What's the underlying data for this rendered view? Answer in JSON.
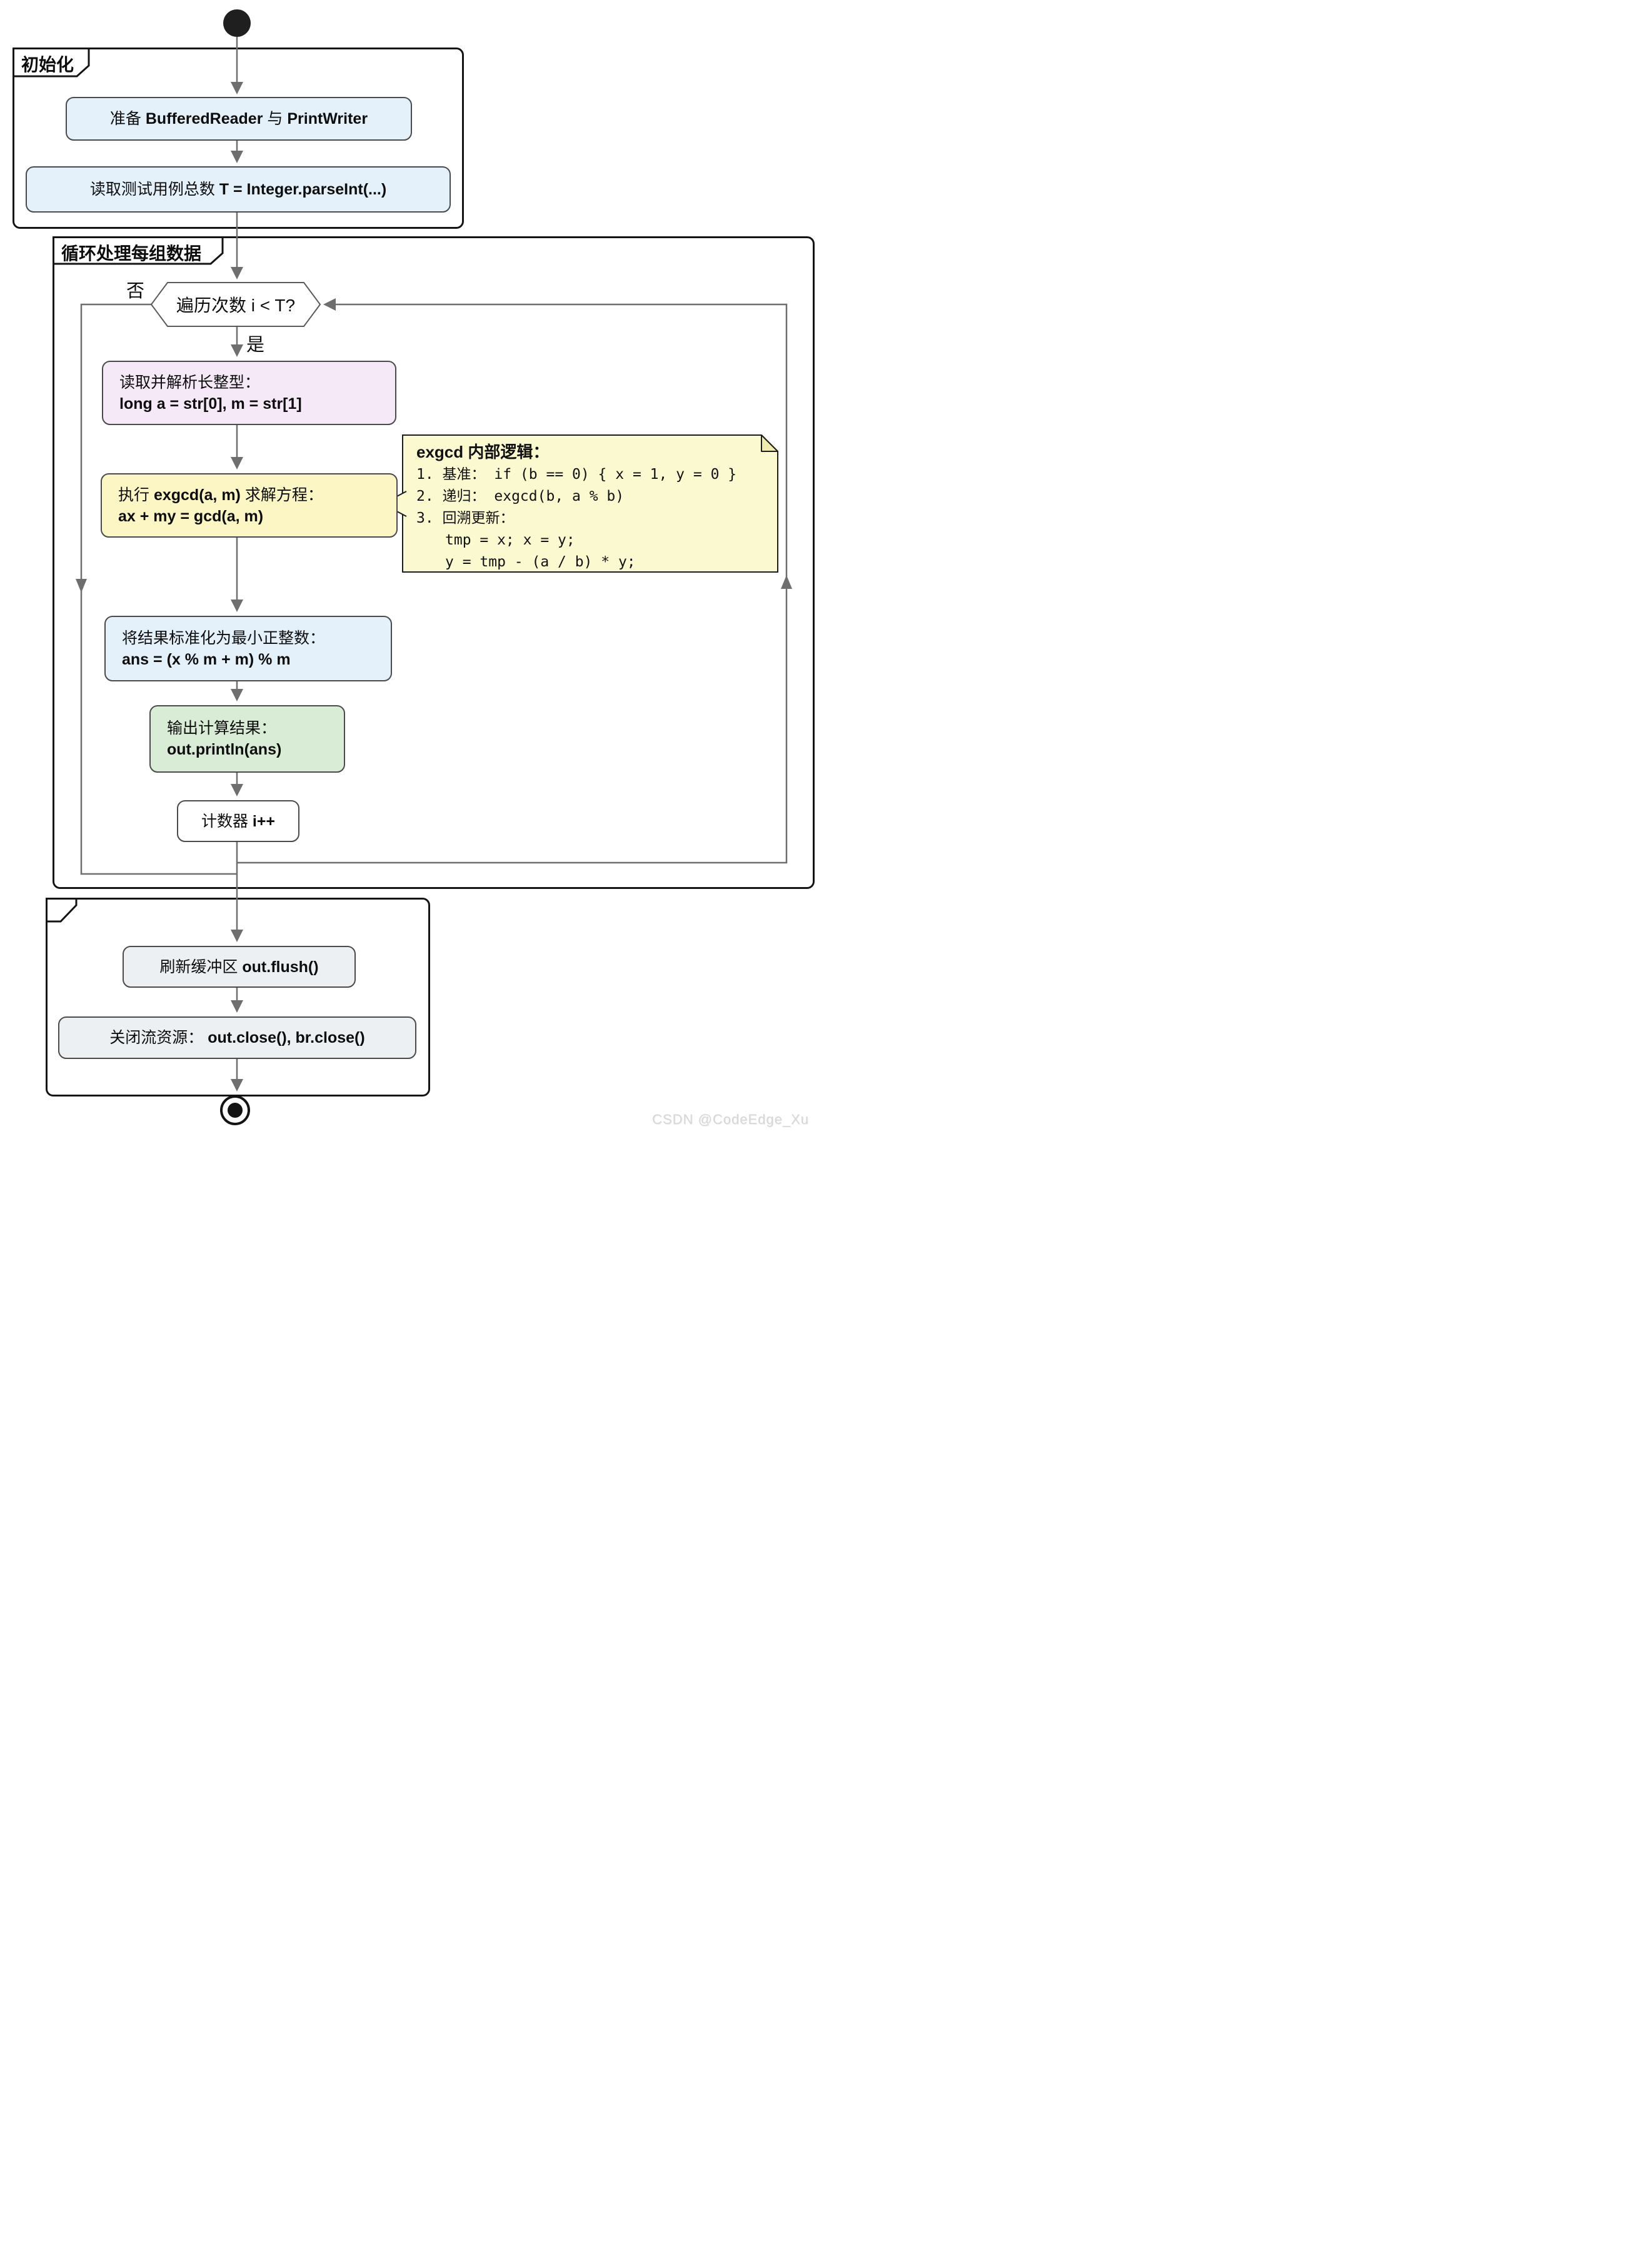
{
  "watermark": "CSDN @CodeEdge_Xu",
  "colors": {
    "blue": "#E4F1FB",
    "purple": "#F5E9F7",
    "yellow": "#FCF5C4",
    "note_bg": "#FBF9D0",
    "note_fold": "#EFEBAF",
    "green": "#D9ECD5",
    "gray": "#EDF0F2",
    "white": "#FFFFFF",
    "arrow": "#6E6E6E"
  },
  "partitions": {
    "init": {
      "label": "初始化"
    },
    "loop": {
      "label": "循环处理每组数据"
    },
    "finish": {
      "label": ""
    }
  },
  "nodes": {
    "prepare": {
      "t1": "准备 ",
      "c1": "BufferedReader",
      "t2": " 与 ",
      "c2": "PrintWriter"
    },
    "read_total": {
      "t1": "读取测试用例总数 ",
      "c1": "T = Integer.parseInt(...)"
    },
    "loop_cond": {
      "question": "遍历次数 i < T?",
      "yes_label": "是",
      "no_label": "否"
    },
    "parse_long": {
      "line1": "读取并解析长整型：",
      "line2": "long a = str[0], m = str[1]"
    },
    "run_exgcd": {
      "t1": "执行 ",
      "c1": "exgcd(a, m)",
      "t2": " 求解方程：",
      "line2": "ax + my = gcd(a, m)"
    },
    "normalize": {
      "line1": "将结果标准化为最小正整数：",
      "line2": "ans = (x % m + m) % m"
    },
    "print_result": {
      "line1": "输出计算结果：",
      "line2": "out.println(ans)"
    },
    "counter": {
      "t1": "计数器 ",
      "c1": "i++"
    },
    "flush": {
      "t1": "刷新缓冲区 ",
      "c1": "out.flush()"
    },
    "close": {
      "t1": "关闭流资源： ",
      "c1": "out.close(), br.close()"
    }
  },
  "note": {
    "title": "exgcd 内部逻辑：",
    "lines": [
      "1. 基准： if (b == 0) { x = 1, y = 0 }",
      "2. 递归： exgcd(b, a % b)",
      "3. 回溯更新：",
      "tmp = x; x = y;",
      "y = tmp - (a / b) * y;"
    ]
  }
}
